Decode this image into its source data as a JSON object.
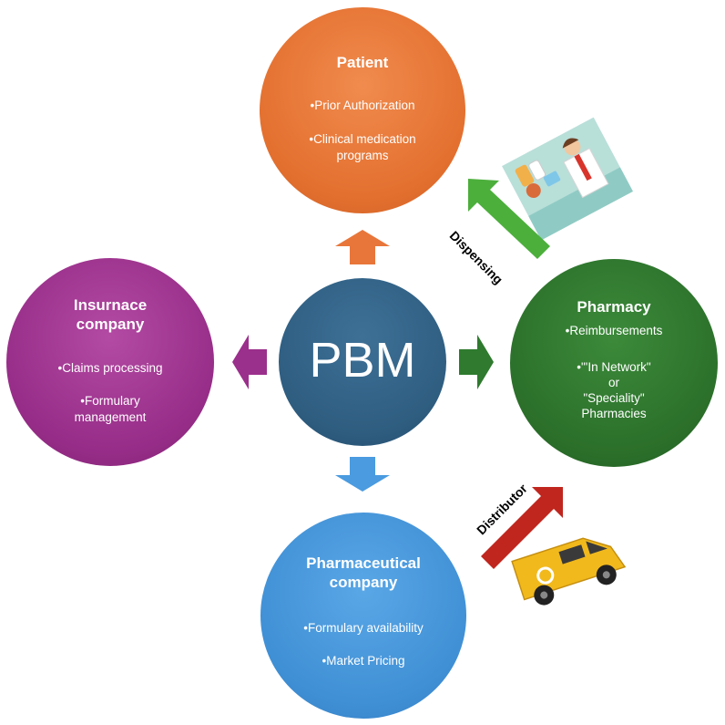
{
  "center": {
    "label": "PBM"
  },
  "patient": {
    "title": "Patient",
    "bullets": [
      "•Prior Authorization",
      "•Clinical medication",
      "programs"
    ]
  },
  "insurance": {
    "title_line1": "Insurnace",
    "title_line2": "company",
    "bullets": [
      "•Claims processing",
      "•Formulary",
      "management"
    ]
  },
  "pharmacy": {
    "title": "Pharmacy",
    "bullets": [
      "•Reimbursements",
      "•\"'In Network\"",
      "or",
      "\"Speciality\"",
      "Pharmacies"
    ]
  },
  "pharmaceutical": {
    "title_line1": "Pharmaceutical",
    "title_line2": "company",
    "bullets": [
      "•Formulary availability",
      "•Market Pricing"
    ]
  },
  "flows": {
    "dispensing": "Dispensing",
    "distributor": "Distributor"
  },
  "colors": {
    "patient": "#e36f2e",
    "insurance": "#962c87",
    "pharmacy": "#2b6f2a",
    "pharmaceutical": "#3f8fd5",
    "pbm": "#2e5d80",
    "dispensing_arrow": "#4caf3c",
    "distributor_arrow": "#c0261e"
  },
  "icons": {
    "dispensing": "pharmacist-with-medications-icon",
    "distributor": "delivery-van-icon"
  }
}
